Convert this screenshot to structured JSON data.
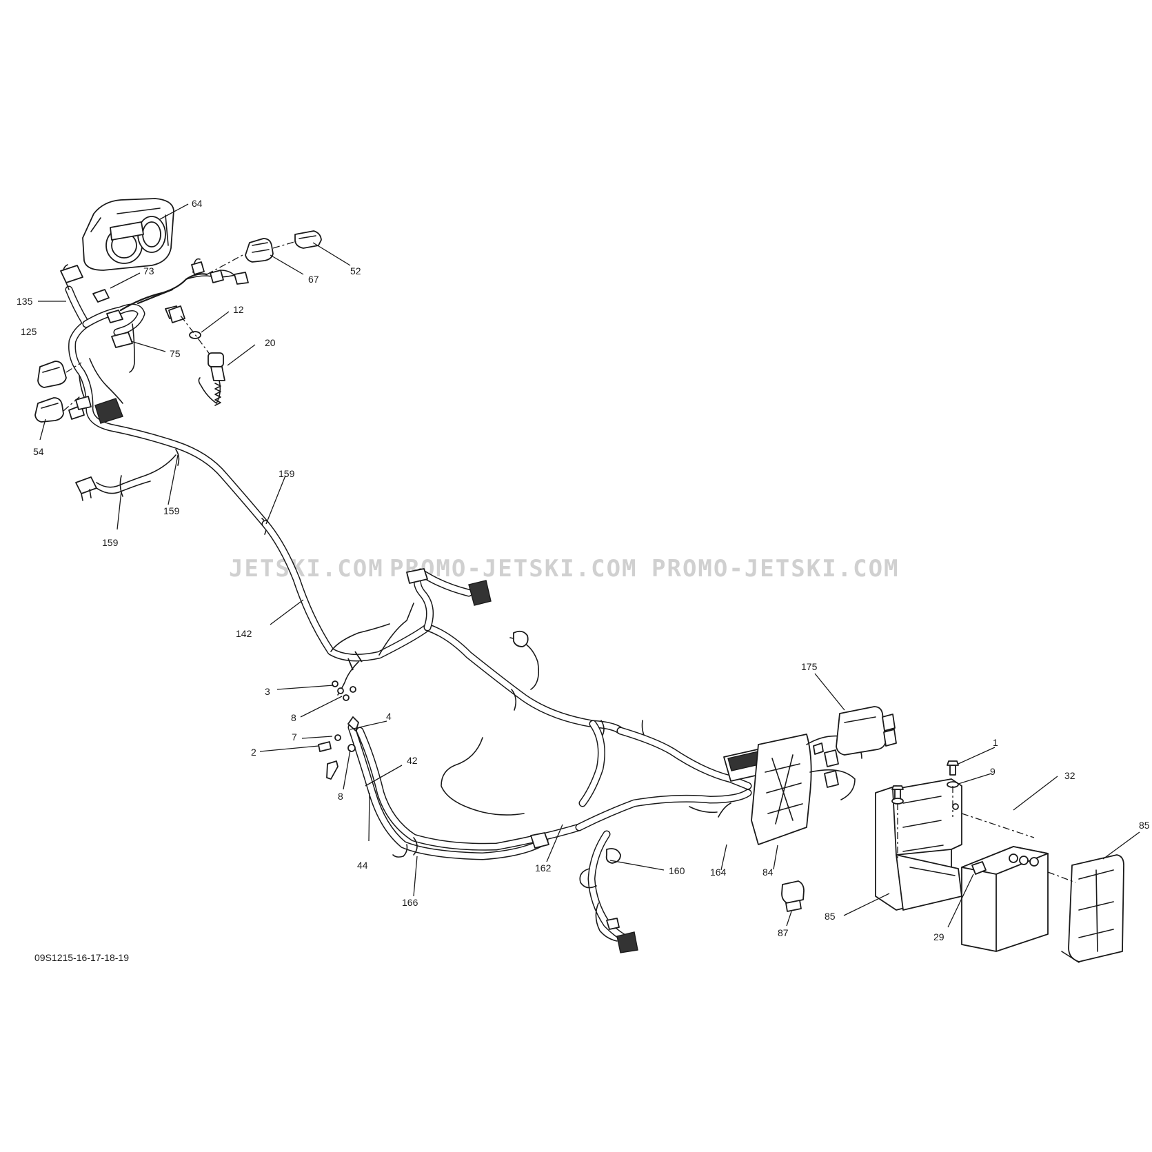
{
  "diagram_code": "09S1215-16-17-18-19",
  "watermarks": [
    "JETSKI.COM",
    "PROMO-JETSKI.COM",
    "PROMO-JETSKI.COM"
  ],
  "callouts": [
    {
      "id": "64"
    },
    {
      "id": "52"
    },
    {
      "id": "67"
    },
    {
      "id": "73"
    },
    {
      "id": "135"
    },
    {
      "id": "12"
    },
    {
      "id": "125"
    },
    {
      "id": "75"
    },
    {
      "id": "20"
    },
    {
      "id": "54"
    },
    {
      "id": "159"
    },
    {
      "id": "159"
    },
    {
      "id": "159"
    },
    {
      "id": "142"
    },
    {
      "id": "175"
    },
    {
      "id": "3"
    },
    {
      "id": "8"
    },
    {
      "id": "4"
    },
    {
      "id": "7"
    },
    {
      "id": "2"
    },
    {
      "id": "42"
    },
    {
      "id": "8"
    },
    {
      "id": "1"
    },
    {
      "id": "9"
    },
    {
      "id": "32"
    },
    {
      "id": "85"
    },
    {
      "id": "44"
    },
    {
      "id": "162"
    },
    {
      "id": "160"
    },
    {
      "id": "164"
    },
    {
      "id": "84"
    },
    {
      "id": "166"
    },
    {
      "id": "85"
    },
    {
      "id": "29"
    },
    {
      "id": "87"
    }
  ]
}
